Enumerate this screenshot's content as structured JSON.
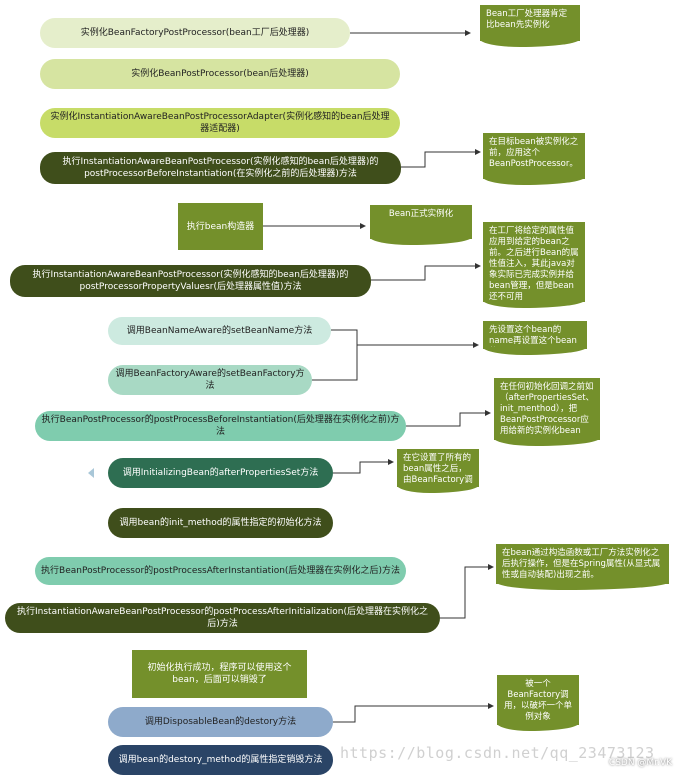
{
  "steps": [
    {
      "text": "实例化BeanFactoryPostProcessor(bean工厂后处理器)"
    },
    {
      "text": "实例化BeanPostProcessor(bean后处理器)"
    },
    {
      "text": "实例化InstantiationAwareBeanPostProcessorAdapter(实例化感知的bean后处理器适配器)"
    },
    {
      "line1": "执行InstantiationAwareBeanPostProcessor(实例化感知的bean后处理器)的",
      "line2": "postProcessorBeforeInstantiation(在实例化之前的后处理器)方法"
    },
    {
      "text": "执行bean构造器"
    },
    {
      "line1": "执行InstantiationAwareBeanPostProcessor(实例化感知的bean后处理器)的",
      "line2": "postProcessorPropertyValuesr(后处理器属性值)方法"
    },
    {
      "text": "调用BeanNameAware的setBeanName方法"
    },
    {
      "text": "调用BeanFactoryAware的setBeanFactory方法"
    },
    {
      "text": "执行BeanPostProcessor的postProcessBeforeInstantiation(后处理器在实例化之前)方法"
    },
    {
      "text": "调用InitializingBean的afterPropertiesSet方法"
    },
    {
      "text": "调用bean的init_method的属性指定的初始化方法"
    },
    {
      "text": "执行BeanPostProcessor的postProcessAfterInstantiation(后处理器在实例化之后)方法"
    },
    {
      "text": "执行InstantiationAwareBeanPostProcessor的postProcessAfterInitialization(后处理器在实例化之后)方法"
    },
    {
      "line1": "初始化执行成功，程序可以使用这个",
      "line2": "bean，后面可以销毁了"
    },
    {
      "text": "调用DisposableBean的destory方法"
    },
    {
      "text": "调用bean的destory_method的属性指定销毁方法"
    }
  ],
  "notes": [
    {
      "text": "Bean工厂处理器肯定比bean先实例化"
    },
    {
      "text": "在目标bean被实例化之前，应用这个BeanPostProcessor。"
    },
    {
      "text": "Bean正式实例化"
    },
    {
      "text": "在工厂将给定的属性值应用到给定的bean之前。之后进行Bean的属性值注入，其此java对象实际已完成实例并给bean管理，但是bean还不可用"
    },
    {
      "text": "先设置这个bean的name再设置这个bean的工厂"
    },
    {
      "text": "在任何初始化回调之前如（afterPropertiesSet、init_menthod），把BeanPostProcessor应用给新的实例化bean"
    },
    {
      "text": "在它设置了所有的bean属性之后，由BeanFactory调用"
    },
    {
      "text": "在bean通过构造函数或工厂方法实例化之后执行操作，但是在Spring属性(从显式属性或自动装配)出现之前。"
    },
    {
      "text": "被一个BeanFactory调用，以破坏一个单例对象"
    }
  ],
  "watermark": "https://blog.csdn.net/qq_23473123",
  "credit": "CSDN @Mr.VK",
  "colors": {
    "light_green": "#e5eecb",
    "mid_green": "#d6e4a1",
    "yellow_green": "#c7dc68",
    "dark_olive": "#3f4e1b",
    "olive": "#74902b",
    "pale_mint": "#cdeae0",
    "mint": "#a8d9c4",
    "teal_green": "#7fccae",
    "dark_teal": "#2e6e52",
    "blue_grey": "#8eaacb",
    "navy": "#2a4466"
  }
}
